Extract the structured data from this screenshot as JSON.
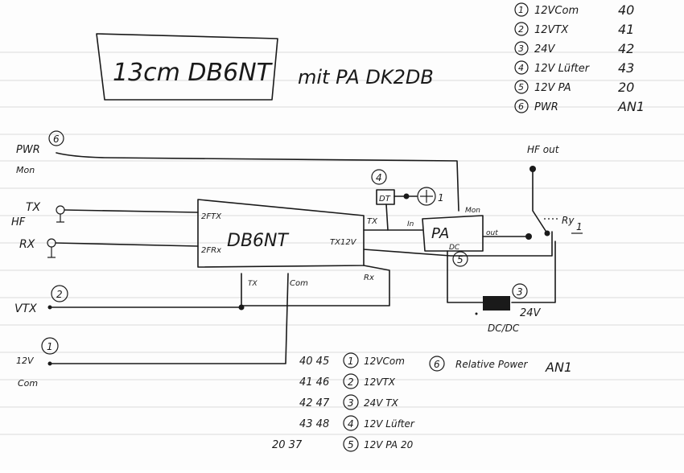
{
  "title_box": {
    "text": "13cm DB6NT"
  },
  "subtitle": "mit PA DK2DB",
  "legend_top": [
    {
      "num": "1",
      "label": "12VCom",
      "pin": "40"
    },
    {
      "num": "2",
      "label": "12VTX",
      "pin": "41"
    },
    {
      "num": "3",
      "label": "24V",
      "pin": "42"
    },
    {
      "num": "4",
      "label": "12V Lüfter",
      "pin": "43"
    },
    {
      "num": "5",
      "label": "12V PA",
      "pin": "20"
    },
    {
      "num": "6",
      "label": "PWR",
      "pin": "AN1"
    }
  ],
  "left_labels": {
    "pwr": "PWR",
    "mon": "Mon",
    "tx": "TX",
    "hf": "HF",
    "rx": "RX",
    "vtx": "VTX",
    "v12": "12V",
    "com": "Com"
  },
  "circle_nums": {
    "pwr": "6",
    "vtx": "2",
    "v12": "1",
    "dt": "4",
    "pa_dc": "5",
    "dcdc": "3"
  },
  "transverter": {
    "name": "DB6NT",
    "port_2ftx": "2FTX",
    "port_2frx": "2FRx",
    "port_tx": "TX",
    "port_tx12v": "TX12V",
    "port_tx_bottom": "TX",
    "port_com": "Com",
    "port_rx": "Rx"
  },
  "pa": {
    "name": "PA",
    "in": "In",
    "out": "out",
    "mon": "Mon",
    "dc": "DC"
  },
  "dt": {
    "label": "DT"
  },
  "fan": {
    "num": "1"
  },
  "hf_out": "HF out",
  "relay_label": "Ry",
  "relay_num": "1",
  "dcdc": {
    "label": "DC/DC",
    "volt": "24V"
  },
  "legend_bottom": [
    {
      "pins": "40 45",
      "num": "1",
      "label": "12VCom"
    },
    {
      "pins": "41 46",
      "num": "2",
      "label": "12VTX"
    },
    {
      "pins": "42 47",
      "num": "3",
      "label": "24V TX"
    },
    {
      "pins": "43 48",
      "num": "4",
      "label": "12V Lüfter"
    },
    {
      "pins": "20 37",
      "num": "5",
      "label": "12V PA 20"
    }
  ],
  "legend_bottom_extra": {
    "num": "6",
    "label": "Relative Power",
    "pin": "AN1"
  }
}
